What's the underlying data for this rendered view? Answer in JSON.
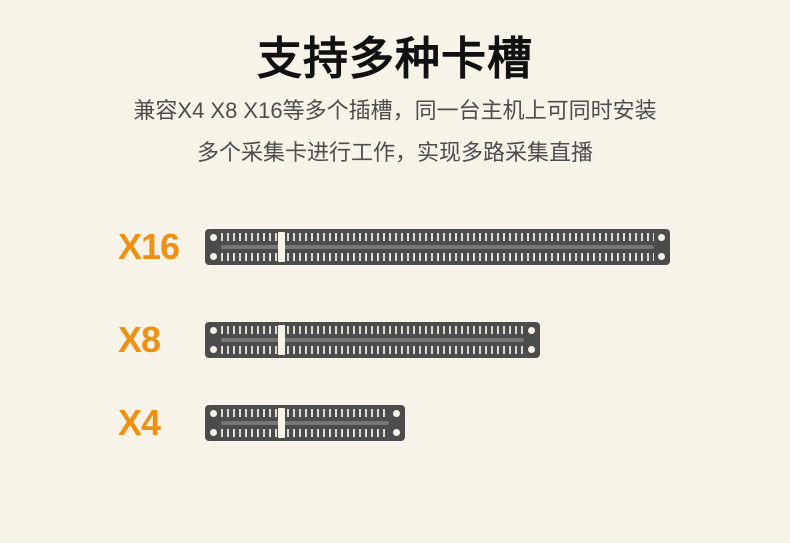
{
  "page": {
    "title": "支持多种卡槽",
    "description_line1": "兼容X4 X8 X16等多个插槽，同一台主机上可同时安装",
    "description_line2": "多个采集卡进行工作，实现多路采集直播"
  },
  "slots": [
    {
      "label": "X16"
    },
    {
      "label": "X8"
    },
    {
      "label": "X4"
    }
  ],
  "colors": {
    "background": "#f7f3e8",
    "accent_orange": "#ee9012",
    "slot_gray": "#4c4c4c",
    "title_black": "#111111",
    "description_gray": "#4d4d4d"
  }
}
